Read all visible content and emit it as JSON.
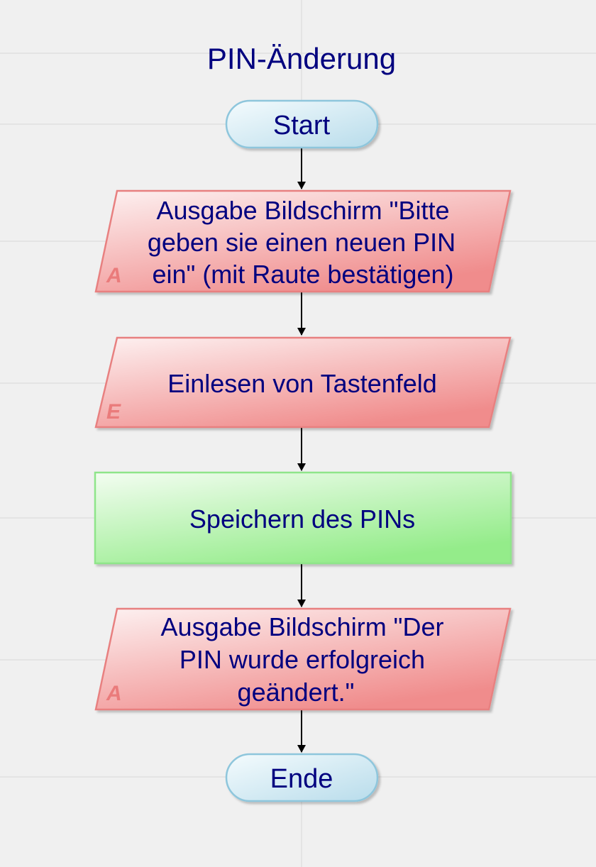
{
  "diagram": {
    "title": "PIN-Änderung",
    "nodes": [
      {
        "id": "start",
        "kind": "terminal",
        "lines": [
          "Start"
        ]
      },
      {
        "id": "output1",
        "kind": "io",
        "marker": "A",
        "lines": [
          "Ausgabe Bildschirm \"Bitte",
          "geben sie einen neuen PIN",
          "ein\" (mit Raute bestätigen)"
        ]
      },
      {
        "id": "input1",
        "kind": "io",
        "marker": "E",
        "lines": [
          "Einlesen von Tastenfeld"
        ]
      },
      {
        "id": "process1",
        "kind": "process",
        "lines": [
          "Speichern des PINs"
        ]
      },
      {
        "id": "output2",
        "kind": "io",
        "marker": "A",
        "lines": [
          "Ausgabe Bildschirm \"Der",
          "PIN wurde erfolgreich",
          "geändert.\""
        ]
      },
      {
        "id": "end",
        "kind": "terminal",
        "lines": [
          "Ende"
        ]
      }
    ],
    "edges": [
      {
        "from": "start",
        "to": "output1"
      },
      {
        "from": "output1",
        "to": "input1"
      },
      {
        "from": "input1",
        "to": "process1"
      },
      {
        "from": "process1",
        "to": "output2"
      },
      {
        "from": "output2",
        "to": "end"
      }
    ],
    "colors": {
      "background": "#f0f0f0",
      "grid": "#d9d9d9",
      "text": "#00007f",
      "terminal_fill_top": "#f4fbfd",
      "terminal_fill_bottom": "#b8dceb",
      "terminal_stroke": "#8ec6dc",
      "io_fill_top": "#fdf1f1",
      "io_fill_bottom": "#f08c8c",
      "io_stroke": "#e88080",
      "io_marker": "#ea7b7b",
      "process_fill_top": "#f3fdf1",
      "process_fill_bottom": "#94ec8a",
      "process_stroke": "#8fe58a",
      "arrow": "#000000"
    }
  }
}
